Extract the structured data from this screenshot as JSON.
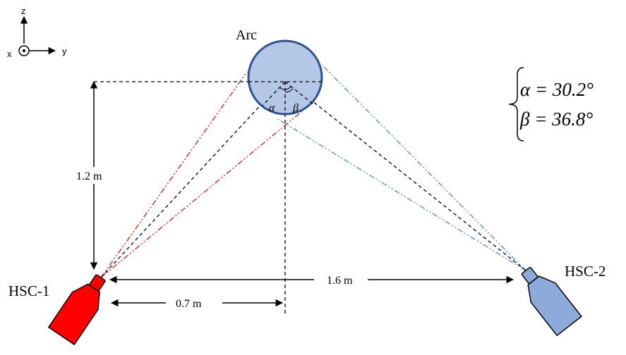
{
  "axes": {
    "z_label": "z",
    "x_label": "x",
    "y_label": "y"
  },
  "arc_label": "Arc",
  "angle_labels": {
    "alpha": "α",
    "beta": "β"
  },
  "angles_box": {
    "alpha_text": "α = 30.2°",
    "beta_text": "β = 36.8°"
  },
  "dimensions": {
    "height": "1.2 m",
    "total_width": "1.6 m",
    "center_offset": "0.7 m"
  },
  "cameras": {
    "left": {
      "label": "HSC-1",
      "color": "#ff0000"
    },
    "right": {
      "label": "HSC-2",
      "color": "#8eaadb"
    }
  },
  "colors": {
    "arc_fill": "#b4c7e7",
    "arc_stroke": "#2f528f",
    "red_rays": "#d62728",
    "blue_rays": "#5b8fc9"
  }
}
